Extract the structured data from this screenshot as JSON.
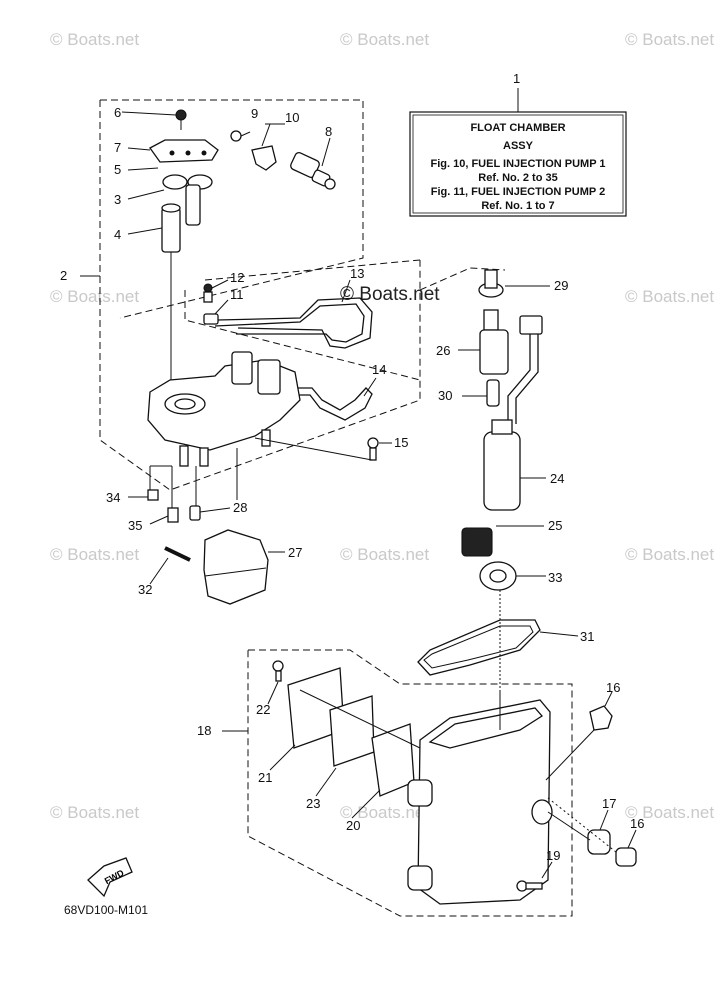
{
  "title_box": {
    "ref_number": "1",
    "line1": "FLOAT CHAMBER",
    "line2": "ASSY",
    "line3": "Fig. 10, FUEL INJECTION PUMP 1",
    "line4": "Ref. No. 2 to 35",
    "line5": "Fig. 11, FUEL INJECTION PUMP 2",
    "line6": "Ref. No. 1 to 7"
  },
  "watermarks": {
    "text": "© Boats.net",
    "center_text": "© Boats.net"
  },
  "callouts": {
    "c2": "2",
    "c3": "3",
    "c4": "4",
    "c5": "5",
    "c6": "6",
    "c7": "7",
    "c8": "8",
    "c9": "9",
    "c10": "10",
    "c11": "11",
    "c12": "12",
    "c13": "13",
    "c14": "14",
    "c15": "15",
    "c16a": "16",
    "c16b": "16",
    "c17": "17",
    "c18": "18",
    "c19": "19",
    "c20": "20",
    "c21": "21",
    "c22": "22",
    "c23": "23",
    "c24": "24",
    "c25": "25",
    "c26": "26",
    "c27": "27",
    "c28": "28",
    "c29": "29",
    "c30": "30",
    "c31": "31",
    "c32": "32",
    "c33": "33",
    "c34": "34",
    "c35": "35"
  },
  "fwd_label": "FWD",
  "diagram_code": "68VD100-M101"
}
